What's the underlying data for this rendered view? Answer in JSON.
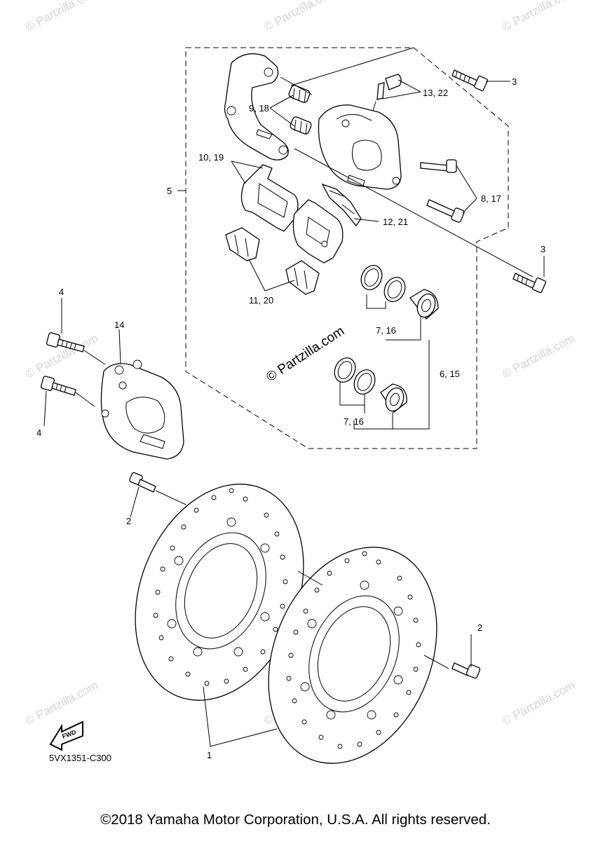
{
  "diagram": {
    "callouts": {
      "c1": "1",
      "c2a": "2",
      "c2b": "2",
      "c3a": "3",
      "c3b": "3",
      "c4a": "4",
      "c4b": "4",
      "c5": "5",
      "c6": "6, 15",
      "c7a": "7, 16",
      "c7b": "7, 16",
      "c8": "8, 17",
      "c9": "9, 18",
      "c10": "10, 19",
      "c11": "11, 20",
      "c12": "12, 21",
      "c13": "13, 22",
      "c14": "14"
    },
    "diagram_code": "5VX1351-C300",
    "fwd_label": "FWD",
    "watermark_center": "© Partzilla.com",
    "watermark_small": "© Partzilla.com"
  },
  "footer": {
    "copyright": "©2018 Yamaha Motor Corporation, U.S.A. All rights reserved."
  }
}
